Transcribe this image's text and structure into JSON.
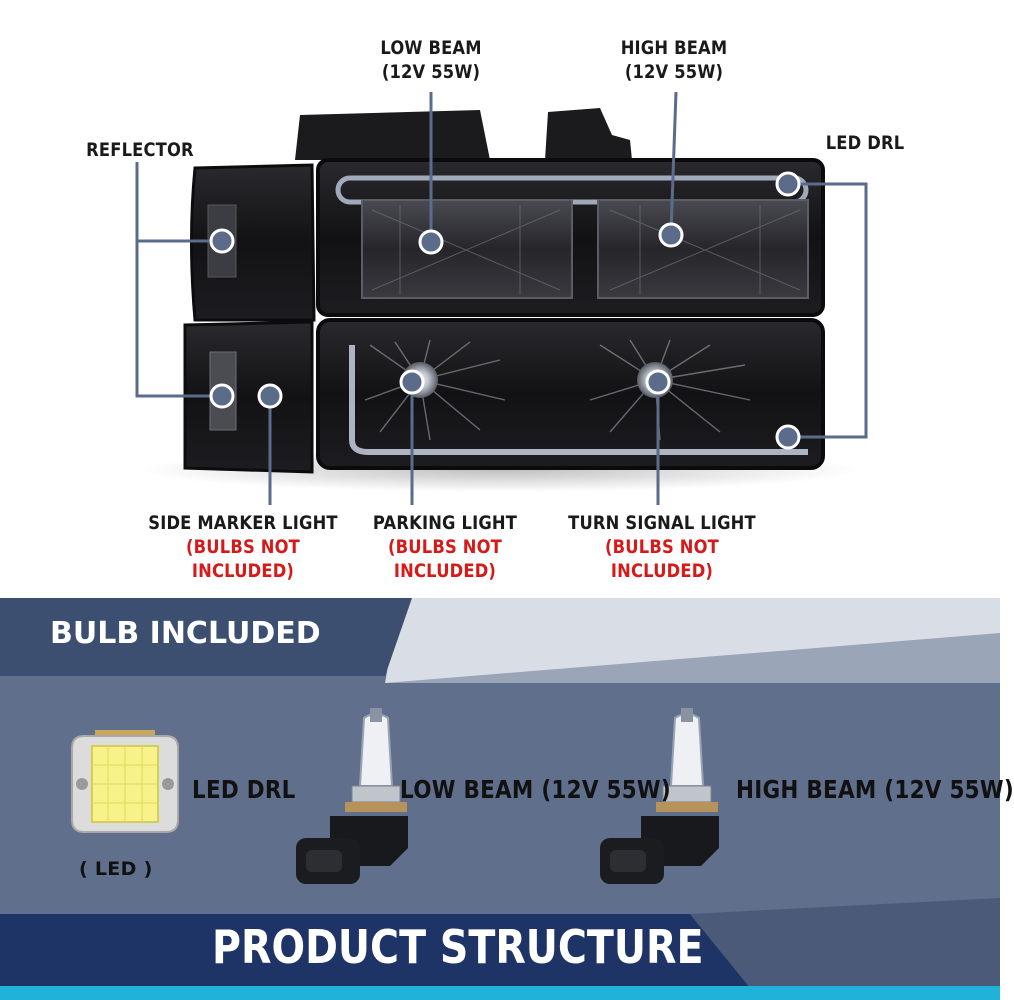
{
  "diagram": {
    "callouts": {
      "low_beam": {
        "title": "LOW BEAM",
        "spec": "(12V 55W)"
      },
      "high_beam": {
        "title": "HIGH BEAM",
        "spec": "(12V 55W)"
      },
      "reflector": {
        "title": "REFLECTOR"
      },
      "led_drl": {
        "title": "LED DRL"
      },
      "side_marker": {
        "title": "SIDE MARKER LIGHT",
        "note": "(BULBS NOT INCLUDED)"
      },
      "parking": {
        "title": "PARKING LIGHT",
        "note": "(BULBS NOT INCLUDED)"
      },
      "turn_signal": {
        "title": "TURN SIGNAL LIGHT",
        "note": "(BULBS NOT INCLUDED)"
      }
    }
  },
  "bulb_section": {
    "heading": "BULB INCLUDED",
    "items": [
      {
        "label": "LED DRL",
        "caption": "( LED )",
        "icon": "led-chip-icon"
      },
      {
        "label": "LOW BEAM (12V 55W)",
        "icon": "halogen-bulb-icon"
      },
      {
        "label": "HIGH BEAM (12V 55W)",
        "icon": "halogen-bulb-icon"
      }
    ]
  },
  "footer": {
    "title": "PRODUCT STRUCTURE"
  },
  "colors": {
    "label_text": "#1a1a1a",
    "warning_red": "#d61a1a",
    "callout_line": "#5b6b8a",
    "panel_bg": "#5f6f8c",
    "heading_bg": "#3d4f70",
    "footer_bg": "#1f3466",
    "accent_cyan": "#1fb3d9"
  }
}
